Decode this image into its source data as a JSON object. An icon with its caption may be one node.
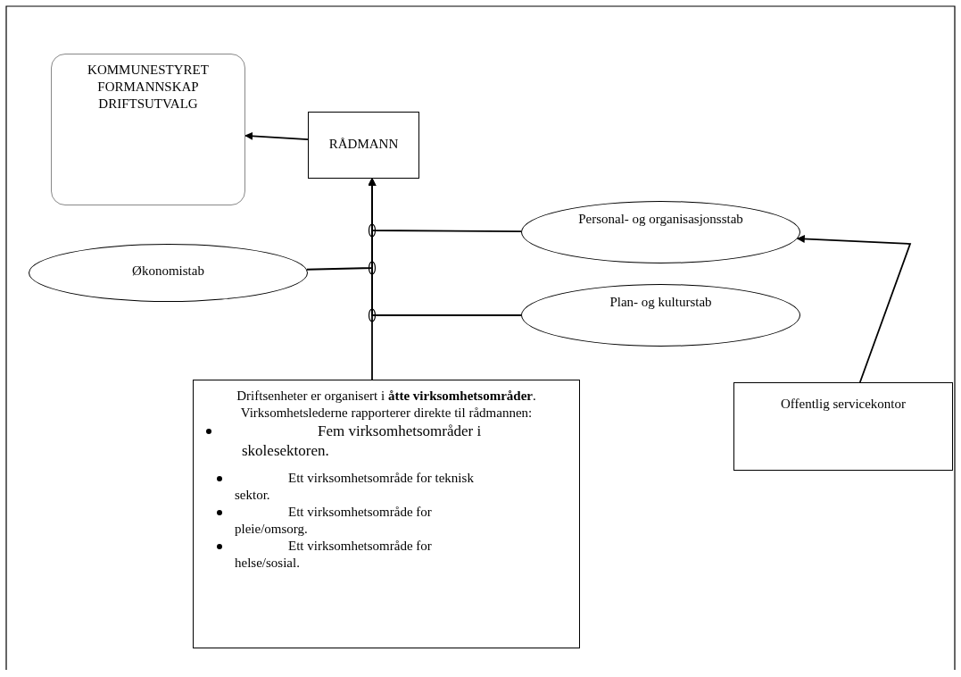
{
  "diagram": {
    "nodes": [
      {
        "text": [
          "KOMMUNESTYRET",
          "FORMANNSKAP",
          "DRIFTSUTVALG"
        ]
      },
      {
        "text": [
          "RÅDMANN"
        ]
      },
      {
        "text": [
          "Økonomistab"
        ]
      },
      {
        "text": [
          "Personal- og organisasjonsstab"
        ]
      },
      {
        "text": [
          "Plan- og kulturstab"
        ]
      },
      {
        "text": [
          "Driftsenheter er organisert i **åtte virksomhetsområder**. Virksomhetslederne rapporterer direkte til rådmannen:",
          "Fem virksomhetsområder i skolesektoren.",
          "Ett virksomhetsområde for teknisk sektor.",
          "Ett virksomhetsområde for pleie/omsorg.",
          "Ett virksomhetsområde for helse/sosial."
        ]
      },
      {
        "text": [
          "Offentlig servicekontor"
        ]
      }
    ],
    "edges": [
      {
        "from": 1,
        "to": 0,
        "arrow": "to"
      },
      {
        "from": 5,
        "to": 1,
        "arrow": "to"
      },
      {
        "from": 3,
        "to": 1,
        "arrow": "to"
      },
      {
        "from": 2,
        "to": 1,
        "arrow": "to"
      },
      {
        "from": 4,
        "to": 1,
        "arrow": "to"
      },
      {
        "from": 6,
        "to": 3,
        "arrow": "to"
      }
    ]
  }
}
